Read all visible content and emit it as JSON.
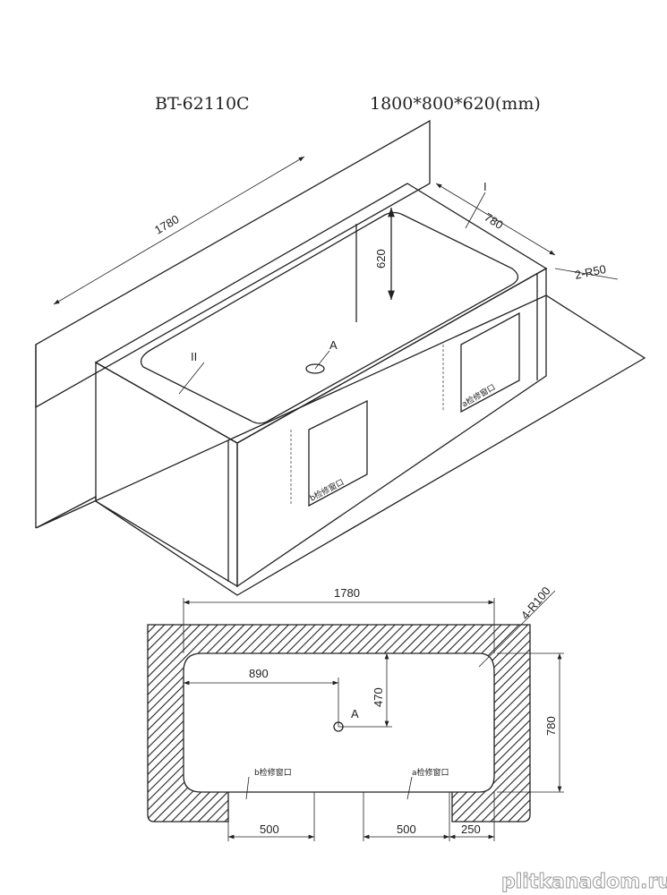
{
  "title": {
    "model": "BT-62110C",
    "dimensions": "1800*800*620(mm)"
  },
  "iso_view": {
    "length": "1780",
    "width": "780",
    "height": "620",
    "corner_radius": "2-R50",
    "label_i": "I",
    "label_ii": "II",
    "drain": "A",
    "panel_a": "a检修窗口",
    "panel_b": "b检修窗口"
  },
  "plan_view": {
    "length": "1780",
    "corner_radius": "4-R100",
    "drain_x": "890",
    "drain_y": "470",
    "drain": "A",
    "width": "780",
    "panel_b": "b检修窗口",
    "panel_a": "a检修窗口",
    "opening_b": "500",
    "opening_a": "500",
    "offset": "250"
  },
  "watermark": "plitkanadom.ru"
}
